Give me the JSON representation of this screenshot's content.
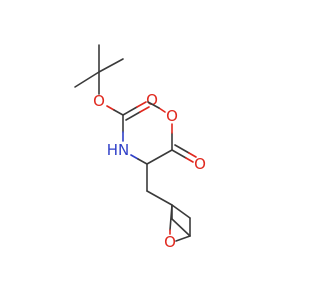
{
  "structure": {
    "atom_labels": {
      "o_carbonyl_carbamate": "O",
      "o_ester_carbamate": "O",
      "n_amine": "HN",
      "o_carbonyl_ester": "O",
      "o_methoxy": "O",
      "o_epoxide": "O"
    },
    "colors": {
      "oxygen": "#e0281e",
      "nitrogen": "#2f3fc8",
      "carbon_bond": "#3a3a3a",
      "background": "#ffffff"
    }
  }
}
